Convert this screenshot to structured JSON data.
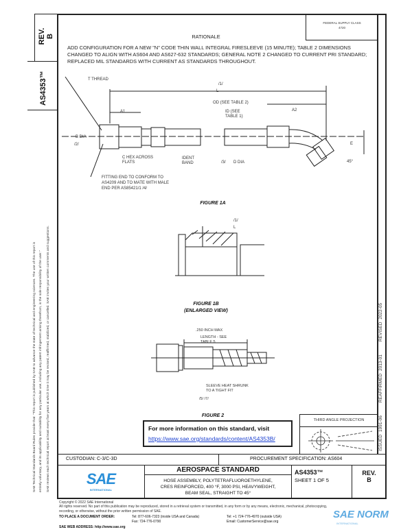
{
  "sidebar": {
    "rev_label": "REV.",
    "rev_value": "B",
    "doc_number": "AS4353™",
    "disclaimer_line1": "SAE Technical Standards Board Rules provide that: \"This report is published by SAE to advance the state of technical and engineering sciences. The use of this report is",
    "disclaimer_line2": "entirely voluntary, and its applicability and suitability for any particular use, including any patent infringement arising therefrom, is the sole responsibility of the user.\"",
    "disclaimer_line3": "SAE reviews each technical report at least every five years at which time it may be revised, reaffirmed, stabilized, or cancelled. SAE invites your written comments and suggestions."
  },
  "right_strip": {
    "issued": "ISSUED 1991-06",
    "reaffirmed": "REAFFIRMED 2013-01",
    "revised": "REVISED 2022-05"
  },
  "fsc": {
    "label": "FEDERAL SUPPLY CLASS",
    "value": "4720"
  },
  "rationale": {
    "title": "RATIONALE",
    "text": "ADD CONFIGURATION FOR A NEW \"N\" CODE THIN WALL INTEGRAL FIRESLEEVE (15 MINUTE); TABLE 2 DIMENSIONS CHANGED TO ALIGN WITH AS604 AND AS627-632 STANDARDS; GENERAL NOTE 2 CHANGED TO CURRENT PRI STANDARD; REPLACED MIL STANDARDS WITH CURRENT AS STANDARDS THROUGHOUT."
  },
  "figure1a": {
    "caption": "FIGURE 1A",
    "labels": {
      "thread": "T THREAD",
      "l": "L",
      "l_note": "/1/",
      "a1": "A1",
      "a2": "A2",
      "od": "OD (SEE TABLE 2)",
      "id": "ID (SEE TABLE 1)",
      "b_dia": "B DIA",
      "b_note": "/2/",
      "c_hex": "C HEX ACROSS FLATS",
      "ident": "IDENT BAND",
      "d_dia": "D DIA",
      "d_note": "/3/",
      "e": "E",
      "angle": "45°",
      "fitting": "FITTING END TO CONFORM TO AS4209 AND TO MATE WITH MALE END PER AS85421/1 /4/"
    }
  },
  "figure1b": {
    "caption": "FIGURE 1B",
    "subcaption": "(ENLARGED VIEW)",
    "labels": {
      "l": "L",
      "l_note": "/1/"
    }
  },
  "figure2": {
    "caption": "FIGURE 2",
    "labels": {
      "max": ".250 INCH MAX",
      "length": "LENGTH - SEE TABLE 5",
      "sleeve": "SLEEVE HEAT SHRUNK TO A TIGHT FIT",
      "notes": "/5/ /7/"
    }
  },
  "info": {
    "text": "For more information on this standard, visit",
    "link": "https://www.sae.org/standards/content/AS4353B/"
  },
  "thread_projection": {
    "label": "THIRD ANGLE PROJECTION"
  },
  "title_block": {
    "custodian": "CUSTODIAN: C-3/C-3D",
    "procurement": "PROCUREMENT SPECIFICATION: AS604",
    "logo_text": "SAE",
    "logo_sub": "INTERNATIONAL",
    "heading": "AEROSPACE STANDARD",
    "title_line1": "HOSE ASSEMBLY, POLYTETRAFLUOROETHYLENE,",
    "title_line2": "CRES REINFORCED, 400 °F, 3000 PSI, HEAVYWEIGHT,",
    "title_line3": "BEAM SEAL, STRAIGHT TO 45°",
    "doc_number": "AS4353™",
    "sheet": "SHEET 1 OF 5",
    "rev_label": "REV.",
    "rev_value": "B"
  },
  "footer": {
    "copyright": "Copyright © 2022 SAE International",
    "rights": "All rights reserved. No part of this publication may be reproduced, stored in a retrieval system or transmitted, in any form or by any means, electronic, mechanical, photocopying,",
    "rights2": "recording, or otherwise, without the prior written permission of SAE.",
    "order_label": "TO PLACE A DOCUMENT ORDER:",
    "tel_us": "Tel: 877-606-7323 (inside USA and Canada)",
    "fax": "Fax: 724-776-0790",
    "tel_intl": "Tel: +1 724-776-4970 (outside USA)",
    "email": "Email: CustomerService@sae.org",
    "web_label": "SAE WEB ADDRESS:",
    "web": "http://www.sae.org"
  },
  "watermark": {
    "text": "SAE NORM",
    "sub": "INTERNATIONAL"
  },
  "colors": {
    "sae_blue": "#2a8fd8",
    "link": "#1a3fd0"
  }
}
